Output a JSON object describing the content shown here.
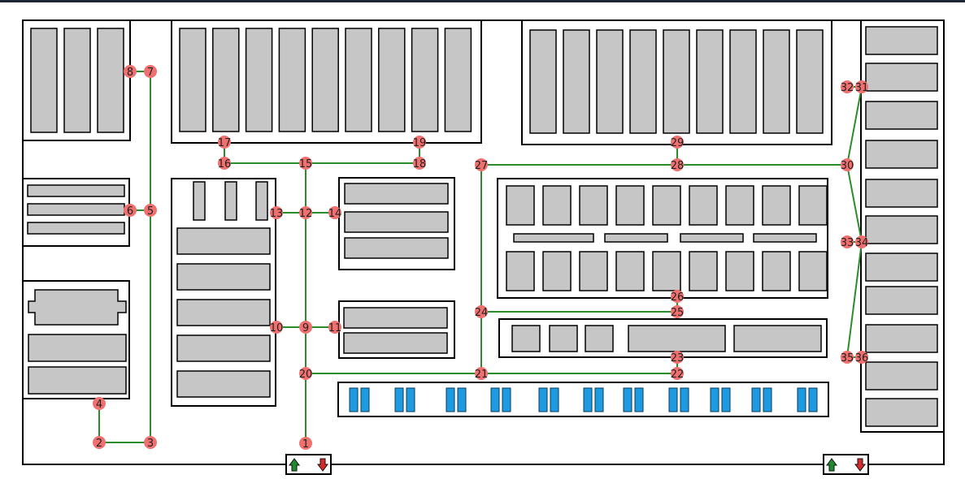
{
  "colors": {
    "frame": "#1f2633",
    "canvas": "#ffffff",
    "border": "#000000",
    "shelf": "#c6c6c6",
    "path": "#2a8c2a",
    "node": "#f07070",
    "pallet": "#1e9be0",
    "arrow_up": "#1f8a2e",
    "arrow_down": "#d42c2c"
  },
  "icons": {
    "entrance": [
      "arrow-up-icon",
      "arrow-down-icon"
    ],
    "exit": [
      "arrow-up-icon",
      "arrow-down-icon"
    ]
  },
  "nodes": [
    {
      "id": "1"
    },
    {
      "id": "2"
    },
    {
      "id": "3"
    },
    {
      "id": "4"
    },
    {
      "id": "5"
    },
    {
      "id": "6"
    },
    {
      "id": "7"
    },
    {
      "id": "8"
    },
    {
      "id": "9"
    },
    {
      "id": "10"
    },
    {
      "id": "11"
    },
    {
      "id": "12"
    },
    {
      "id": "13"
    },
    {
      "id": "14"
    },
    {
      "id": "15"
    },
    {
      "id": "16"
    },
    {
      "id": "17"
    },
    {
      "id": "18"
    },
    {
      "id": "19"
    },
    {
      "id": "20"
    },
    {
      "id": "21"
    },
    {
      "id": "22"
    },
    {
      "id": "23"
    },
    {
      "id": "24"
    },
    {
      "id": "25"
    },
    {
      "id": "26"
    },
    {
      "id": "27"
    },
    {
      "id": "28"
    },
    {
      "id": "29"
    },
    {
      "id": "30"
    },
    {
      "id": "31"
    },
    {
      "id": "32"
    },
    {
      "id": "33"
    },
    {
      "id": "34"
    },
    {
      "id": "35"
    },
    {
      "id": "36"
    }
  ],
  "edges": [
    [
      "1",
      "20"
    ],
    [
      "20",
      "9"
    ],
    [
      "9",
      "12"
    ],
    [
      "12",
      "15"
    ],
    [
      "2",
      "4"
    ],
    [
      "2",
      "3"
    ],
    [
      "3",
      "5"
    ],
    [
      "5",
      "7"
    ],
    [
      "5",
      "6"
    ],
    [
      "7",
      "8"
    ],
    [
      "9",
      "10"
    ],
    [
      "9",
      "11"
    ],
    [
      "12",
      "13"
    ],
    [
      "12",
      "14"
    ],
    [
      "16",
      "17"
    ],
    [
      "16",
      "15"
    ],
    [
      "15",
      "18"
    ],
    [
      "18",
      "19"
    ],
    [
      "20",
      "21"
    ],
    [
      "21",
      "22"
    ],
    [
      "22",
      "23"
    ],
    [
      "21",
      "24"
    ],
    [
      "24",
      "27"
    ],
    [
      "24",
      "25"
    ],
    [
      "25",
      "26"
    ],
    [
      "27",
      "28"
    ],
    [
      "28",
      "29"
    ],
    [
      "28",
      "30"
    ],
    [
      "30",
      "31"
    ],
    [
      "30",
      "34"
    ],
    [
      "34",
      "35"
    ],
    [
      "31",
      "32"
    ],
    [
      "33",
      "34"
    ],
    [
      "35",
      "36"
    ]
  ]
}
